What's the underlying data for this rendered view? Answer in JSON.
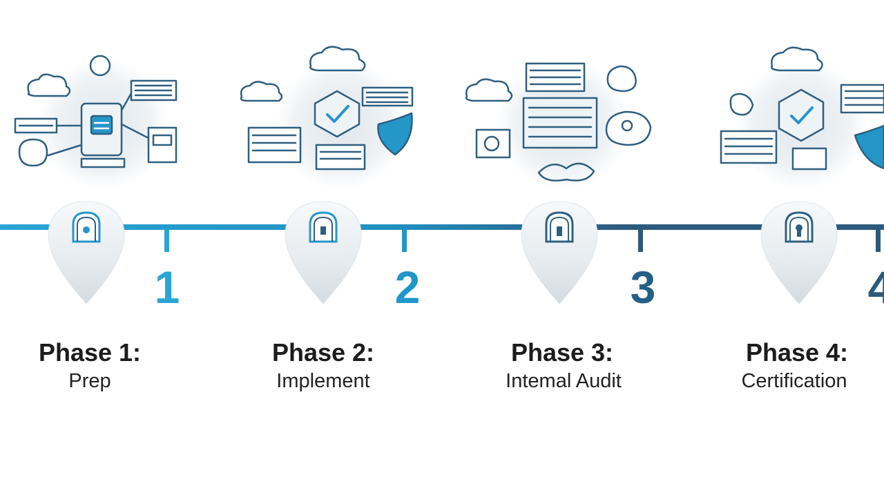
{
  "colors": {
    "timeline_light": "#2aa5d6",
    "timeline_mid": "#1f7fae",
    "timeline_dark": "#2c5a7c",
    "icon_stroke": "#2f5f80",
    "icon_accent": "#2596c8",
    "pin_fill": "#e9eef2"
  },
  "phases": [
    {
      "number": "1",
      "title": "Phase 1:",
      "subtitle": "Prep",
      "color": "#2aa5d6",
      "icon": "network-devices-icon"
    },
    {
      "number": "2",
      "title": "Phase 2:",
      "subtitle": "Implement",
      "color": "#2196c9",
      "icon": "shield-check-icon"
    },
    {
      "number": "3",
      "title": "Phase 3:",
      "subtitle": "Intemal Audit",
      "color": "#245f86",
      "icon": "server-rack-icon"
    },
    {
      "number": "4",
      "title": "Phase 4:",
      "subtitle": "Certification",
      "color": "#2c5a7c",
      "icon": "certified-shield-icon"
    }
  ]
}
